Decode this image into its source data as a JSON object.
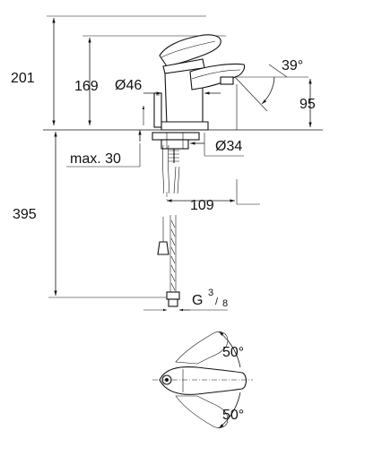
{
  "dimensions": {
    "total_height": "201",
    "spout_height": "169",
    "body_diameter": "Ø46",
    "lever_angle": "39°",
    "outlet_height": "95",
    "max_deck": "max. 30",
    "hole_diameter": "Ø34",
    "hose_length": "395",
    "projection": "109",
    "connection_g": "G",
    "connection_num": "3",
    "connection_den": "8",
    "rotation_top": "50°",
    "rotation_bottom": "50°"
  }
}
